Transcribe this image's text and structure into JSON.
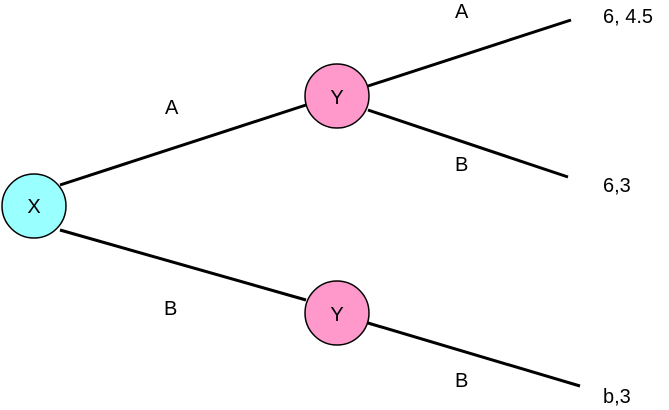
{
  "tree": {
    "root": {
      "label": "X",
      "color": "#99ffff"
    },
    "upper_node": {
      "label": "Y",
      "color": "#ff99cc"
    },
    "lower_node": {
      "label": "Y",
      "color": "#ff99cc"
    },
    "edges": {
      "root_to_upper": "A",
      "root_to_lower": "B",
      "upper_to_top": "A",
      "upper_to_middle": "B",
      "lower_to_bottom": "B"
    },
    "payoffs": {
      "top": "6,  4.5",
      "middle": "6,3",
      "bottom": "b,3"
    }
  }
}
